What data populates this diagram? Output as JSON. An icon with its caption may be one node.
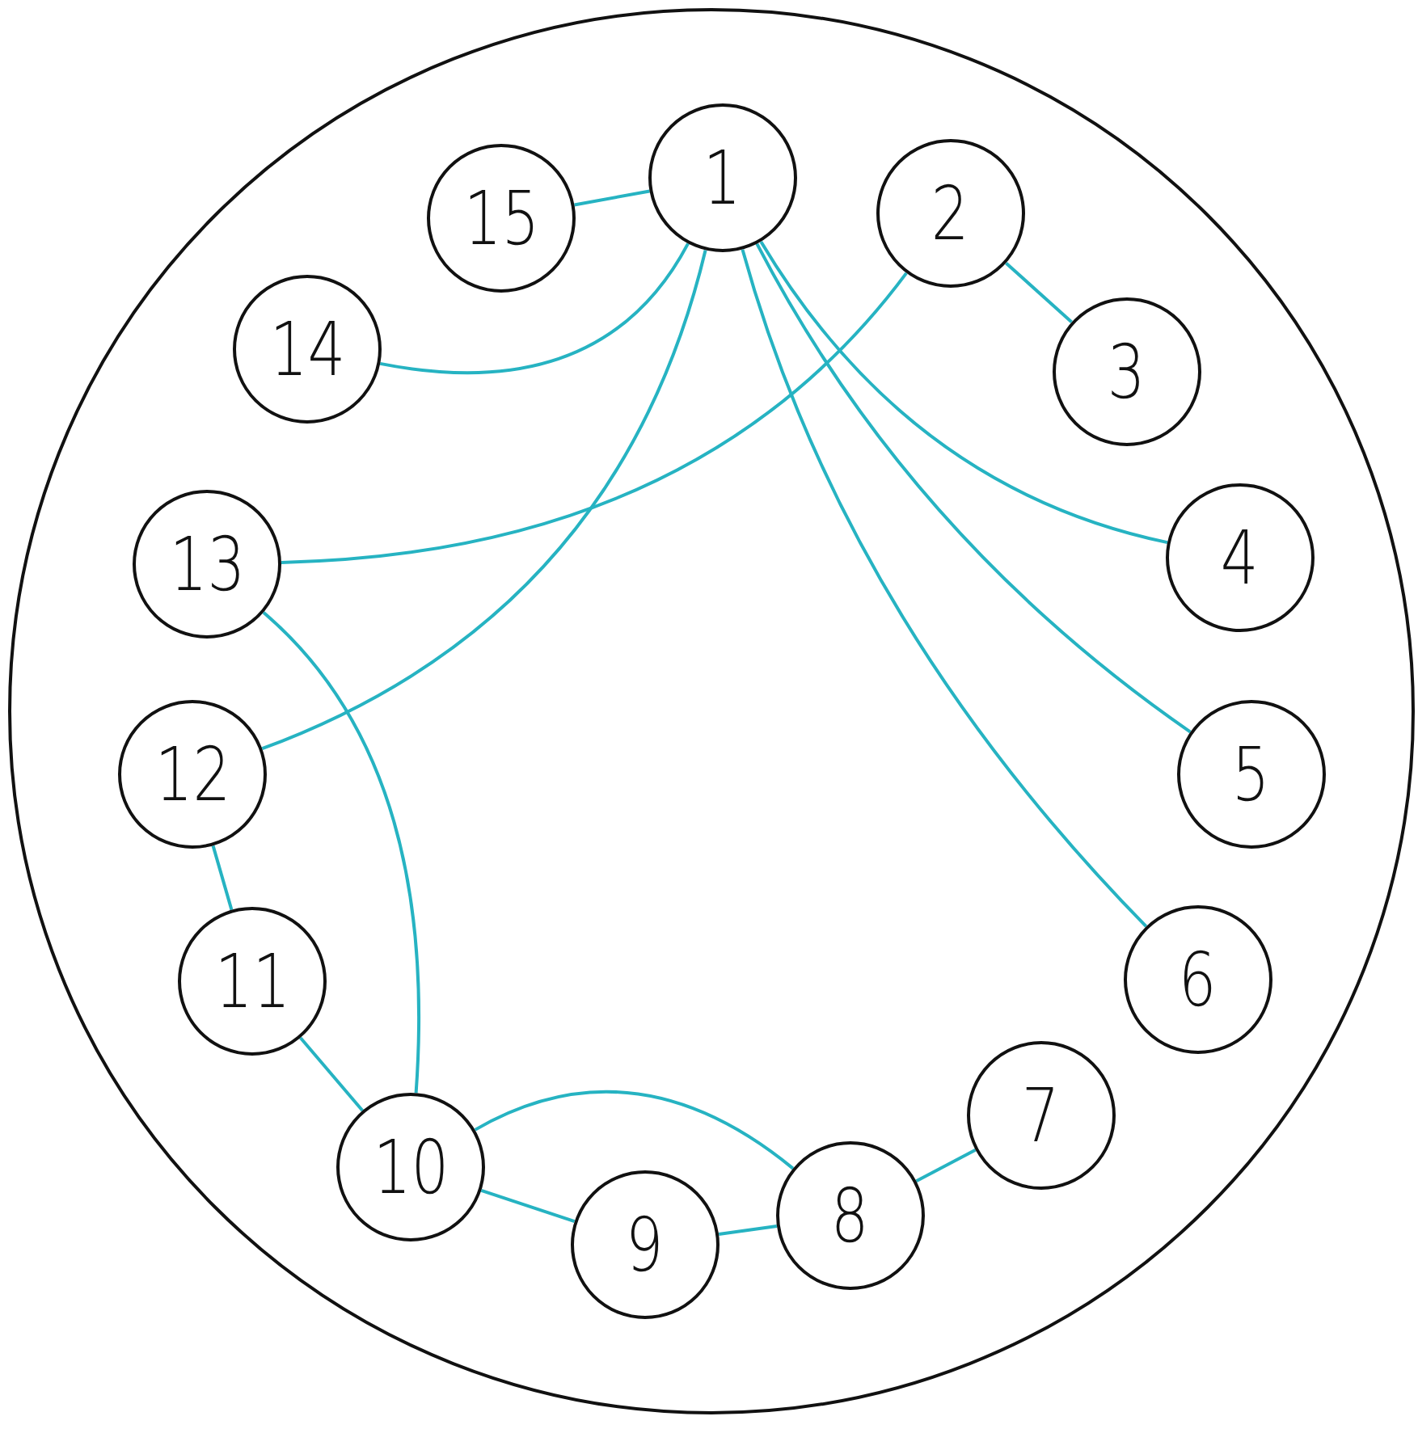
{
  "diagram": {
    "nodes": [
      {
        "text": [],
        "shape": "circle"
      },
      {
        "text": [
          "1"
        ],
        "in": 0
      },
      {
        "text": [
          "2"
        ],
        "in": 0
      },
      {
        "text": [
          "3"
        ],
        "in": 0
      },
      {
        "text": [
          "4"
        ],
        "in": 0
      },
      {
        "text": [
          "5"
        ],
        "in": 0
      },
      {
        "text": [
          "6"
        ],
        "in": 0
      },
      {
        "text": [
          "7"
        ],
        "in": 0
      },
      {
        "text": [
          "8"
        ],
        "in": 0
      },
      {
        "text": [
          "9"
        ],
        "in": 0
      },
      {
        "text": [
          "10"
        ],
        "in": 0
      },
      {
        "text": [
          "11"
        ],
        "in": 0
      },
      {
        "text": [
          "12"
        ],
        "in": 0
      },
      {
        "text": [
          "13"
        ],
        "in": 0
      },
      {
        "text": [
          "14"
        ],
        "in": 0
      },
      {
        "text": [
          "15"
        ],
        "in": 0
      }
    ],
    "edges": [
      {
        "from": 15,
        "to": 1,
        "arrow": "none"
      },
      {
        "from": 1,
        "to": 14,
        "arrow": "none"
      },
      {
        "from": 1,
        "to": 12,
        "arrow": "none"
      },
      {
        "from": 1,
        "to": 4,
        "arrow": "none"
      },
      {
        "from": 1,
        "to": 5,
        "arrow": "none"
      },
      {
        "from": 1,
        "to": 6,
        "arrow": "none"
      },
      {
        "from": 2,
        "to": 3,
        "arrow": "none"
      },
      {
        "from": 2,
        "to": 13,
        "arrow": "none"
      },
      {
        "from": 13,
        "to": 10,
        "arrow": "none"
      },
      {
        "from": 12,
        "to": 11,
        "arrow": "none"
      },
      {
        "from": 11,
        "to": 10,
        "arrow": "none"
      },
      {
        "from": 10,
        "to": 9,
        "arrow": "none"
      },
      {
        "from": 10,
        "to": 8,
        "arrow": "none"
      },
      {
        "from": 9,
        "to": 8,
        "arrow": "none"
      },
      {
        "from": 8,
        "to": 7,
        "arrow": "none"
      }
    ]
  }
}
